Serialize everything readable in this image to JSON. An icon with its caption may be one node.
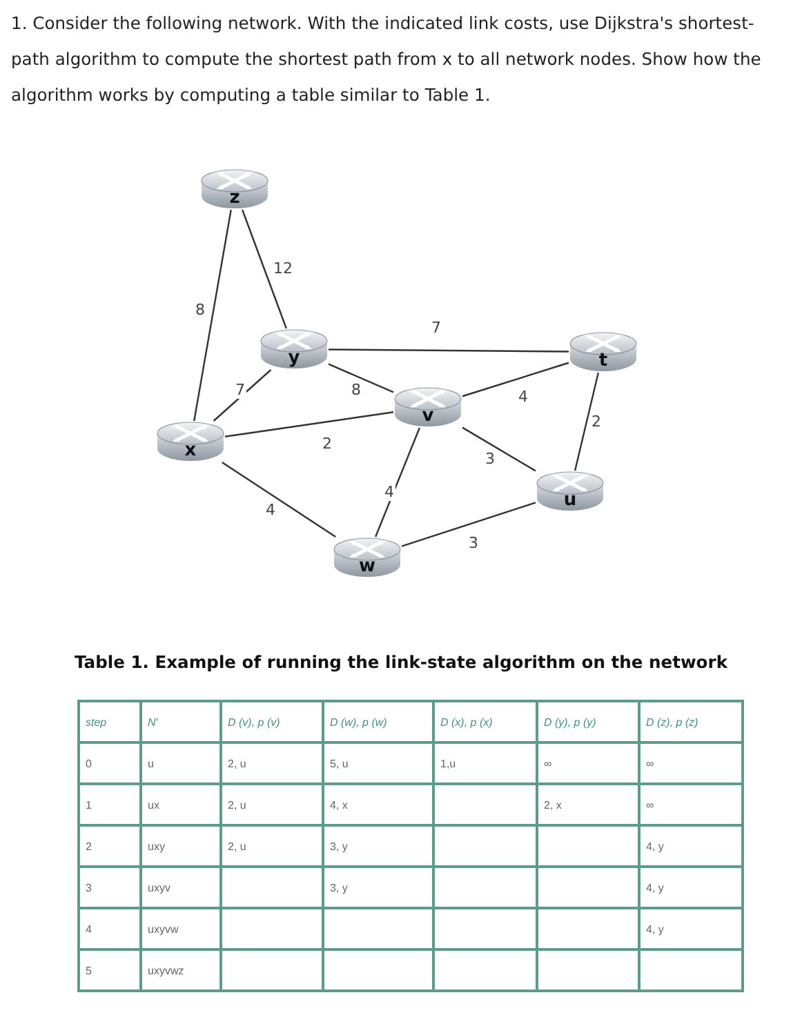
{
  "diagram": {
    "title": "1. Consider the following network. With the indicated link costs, use Dijkstra's shortest-path algorithm to compute the shortest path from x to all network nodes. Show how the algorithm works by computing a table similar to Table 1.",
    "caption": "Table 1. Example of running the link-state algorithm on the network",
    "nodes": [
      {
        "text": [
          "z"
        ]
      },
      {
        "text": [
          "y"
        ]
      },
      {
        "text": [
          "t"
        ]
      },
      {
        "text": [
          "v"
        ]
      },
      {
        "text": [
          "x"
        ]
      },
      {
        "text": [
          "u"
        ]
      },
      {
        "text": [
          "w"
        ]
      }
    ],
    "edges": [
      {
        "from": 0,
        "to": 4,
        "arrow": "none",
        "label": "8"
      },
      {
        "from": 0,
        "to": 1,
        "arrow": "none",
        "label": "12"
      },
      {
        "from": 1,
        "to": 2,
        "arrow": "none",
        "label": "7"
      },
      {
        "from": 1,
        "to": 4,
        "arrow": "none",
        "label": "7"
      },
      {
        "from": 1,
        "to": 3,
        "arrow": "none",
        "label": "8"
      },
      {
        "from": 3,
        "to": 2,
        "arrow": "none",
        "label": "4"
      },
      {
        "from": 4,
        "to": 3,
        "arrow": "none",
        "label": "2"
      },
      {
        "from": 3,
        "to": 5,
        "arrow": "none",
        "label": "3"
      },
      {
        "from": 2,
        "to": 5,
        "arrow": "none",
        "label": "2"
      },
      {
        "from": 4,
        "to": 6,
        "arrow": "none",
        "label": "4"
      },
      {
        "from": 3,
        "to": 6,
        "arrow": "none",
        "label": "4"
      },
      {
        "from": 6,
        "to": 5,
        "arrow": "none",
        "label": "3"
      }
    ],
    "labels": [
      "step",
      "N'",
      "D (v), p (v)",
      "D (w), p (w)",
      "D (x), p (x)",
      "D (y), p (y)",
      "D (z), p (z)",
      "0",
      "u",
      "2, u",
      "5, u",
      "1,u",
      "∞",
      "∞",
      "1",
      "ux",
      "2, u",
      "4, x",
      "2, x",
      "∞",
      "2",
      "uxy",
      "2, u",
      "3, y",
      "4, y",
      "3",
      "uxyv",
      "3, y",
      "4, y",
      "4",
      "uxyvw",
      "4, y",
      "5",
      "uxyvwz"
    ]
  }
}
